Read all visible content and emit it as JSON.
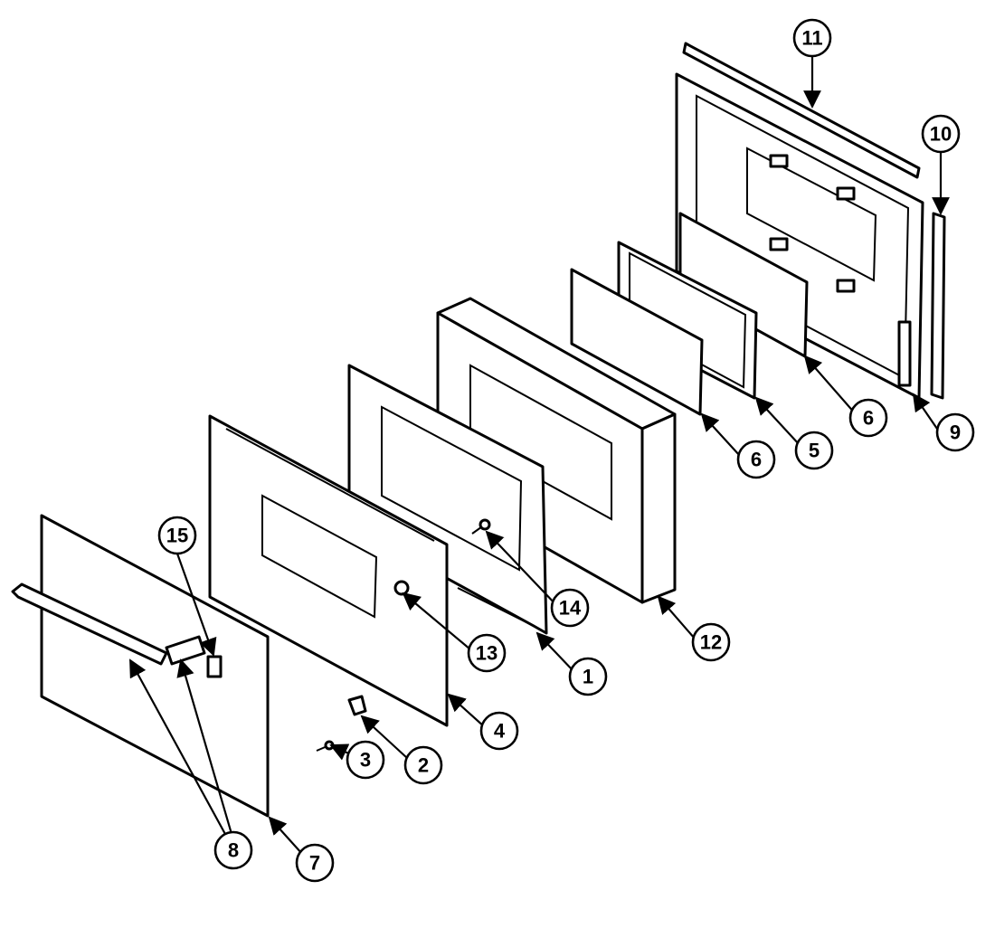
{
  "diagram": {
    "callouts": [
      {
        "id": "c1",
        "label": "1"
      },
      {
        "id": "c2",
        "label": "2"
      },
      {
        "id": "c3",
        "label": "3"
      },
      {
        "id": "c4",
        "label": "4"
      },
      {
        "id": "c5",
        "label": "5"
      },
      {
        "id": "c6a",
        "label": "6"
      },
      {
        "id": "c6b",
        "label": "6"
      },
      {
        "id": "c7",
        "label": "7"
      },
      {
        "id": "c8",
        "label": "8"
      },
      {
        "id": "c9",
        "label": "9"
      },
      {
        "id": "c10",
        "label": "10"
      },
      {
        "id": "c11",
        "label": "11"
      },
      {
        "id": "c12",
        "label": "12"
      },
      {
        "id": "c13",
        "label": "13"
      },
      {
        "id": "c14",
        "label": "14"
      },
      {
        "id": "c15",
        "label": "15"
      }
    ]
  }
}
